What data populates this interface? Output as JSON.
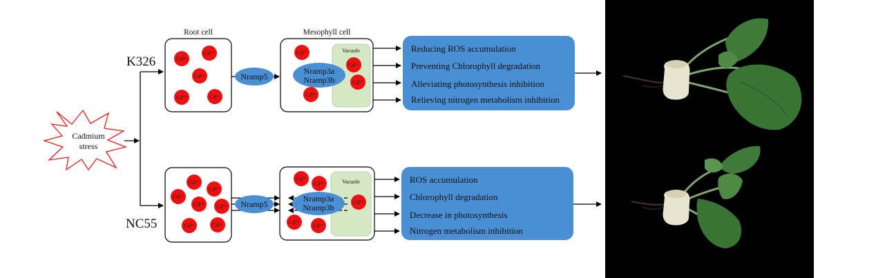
{
  "stress": {
    "line1": "Cadmium",
    "line2": "stress"
  },
  "genotypes": {
    "top": "K326",
    "bottom": "NC55"
  },
  "cells": {
    "root_title": "Root cell",
    "mesophyll_title": "Mesophyll cell",
    "vacuole_label": "Vacuole"
  },
  "transporters": {
    "nramp5": "Nramp5",
    "nramp3a": "Nramp3a",
    "nramp3b": "Nramp3b"
  },
  "ion_label": "Cd²⁺",
  "outcomes_top": [
    "Reducing ROS accumulation",
    "Preventing Chlorophyll degradation",
    "Alleviating photosynthesis inhibition",
    "Relieving nitrogen metabolism inhibition"
  ],
  "outcomes_bottom": [
    "ROS accumulation",
    "Chlorophyll degradation",
    "Decrease in photosynthesis",
    "Nitrogen metabolism inhibition"
  ],
  "colors": {
    "ion": "#ee1111",
    "transporter": "#4a8fd4",
    "outcome_box": "#4a8fd4",
    "vacuole": "#d5e8c6",
    "photo_bg": "#000000",
    "leaf": "#3f7a3a"
  }
}
